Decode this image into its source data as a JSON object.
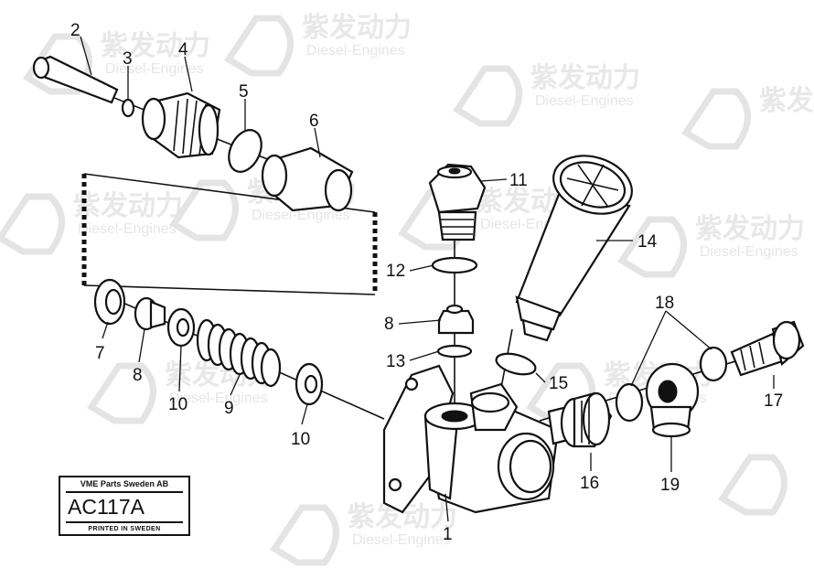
{
  "watermark": {
    "brand_cn": "紫发动力",
    "brand_en": "Diesel-Engines"
  },
  "callouts": [
    "1",
    "2",
    "3",
    "4",
    "5",
    "6",
    "7",
    "8",
    "8",
    "9",
    "10",
    "10",
    "11",
    "12",
    "13",
    "14",
    "15",
    "16",
    "17",
    "18",
    "19"
  ],
  "plate": {
    "company": "VME Parts Sweden AB",
    "code": "AC117A",
    "printed": "PRINTED IN SWEDEN"
  }
}
